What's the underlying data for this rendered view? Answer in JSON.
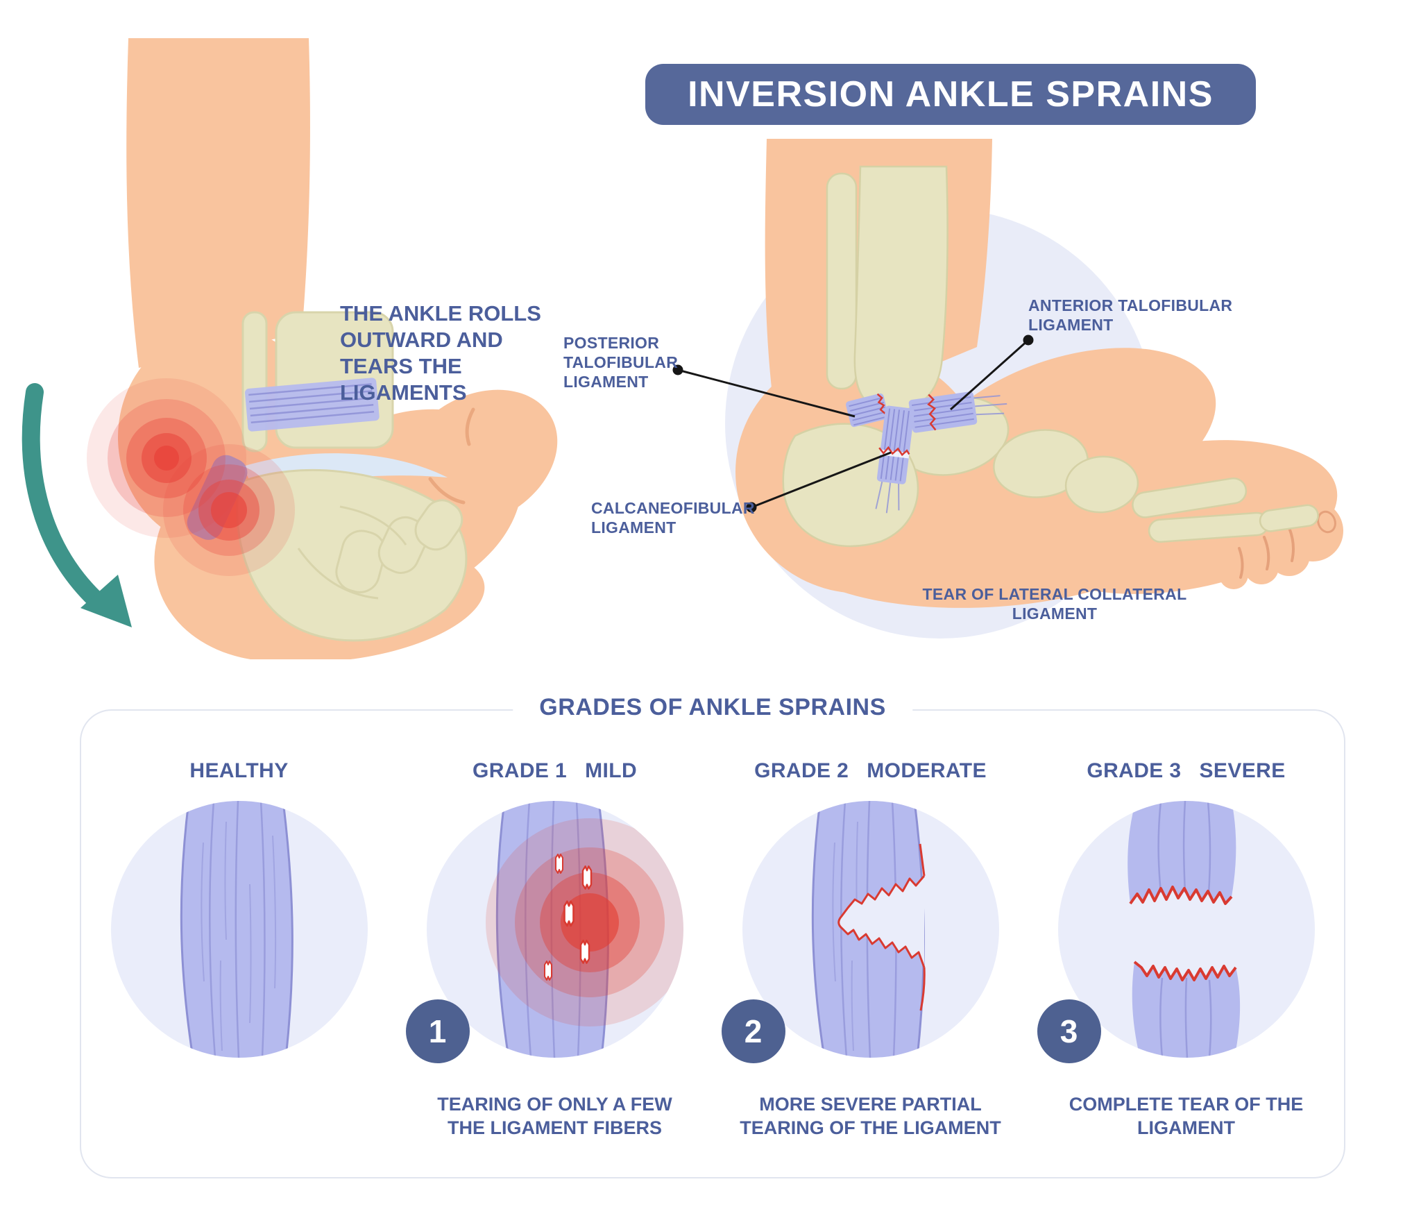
{
  "title_banner": "INVERSION ANKLE SPRAINS",
  "left_caption": {
    "lines": [
      "THE ANKLE ROLLS",
      "OUTWARD AND",
      "TEARS THE",
      "LIGAMENTS"
    ]
  },
  "anatomy_labels": {
    "posterior_talofibular": "POSTERIOR TALOFIBULAR LIGAMENT",
    "anterior_talofibular": "ANTERIOR TALOFIBULAR LIGAMENT",
    "calcaneofibular": "CALCANEOFIBULAR LIGAMENT",
    "tear_lateral_collateral": "TEAR OF LATERAL COLLATERAL LIGAMENT"
  },
  "grades_section": {
    "heading": "GRADES OF ANKLE SPRAINS",
    "grades": [
      {
        "name": "HEALTHY",
        "severity": "",
        "badge": "",
        "description": ""
      },
      {
        "name": "GRADE 1",
        "severity": "MILD",
        "badge": "1",
        "description": "TEARING OF ONLY A FEW THE LIGAMENT FIBERS"
      },
      {
        "name": "GRADE 2",
        "severity": "MODERATE",
        "badge": "2",
        "description": "MORE SEVERE PARTIAL TEARING OF THE LIGAMENT"
      },
      {
        "name": "GRADE 3",
        "severity": "SEVERE",
        "badge": "3",
        "description": "COMPLETE TEAR OF THE LIGAMENT"
      }
    ]
  },
  "colors": {
    "accent_blue_text": "#4b5e9b",
    "banner_bg": "#56689a",
    "badge_bg": "#4e6191",
    "tear_red": "#d93a31",
    "pain_red": "#e8423a",
    "skin": "#f9c49e",
    "bone": "#e7e4c1",
    "ligament": "#b5baee",
    "light_circle_bg": "#eaedfa",
    "arrow_teal": "#3e948a",
    "panel_border": "#e1e5ef"
  }
}
